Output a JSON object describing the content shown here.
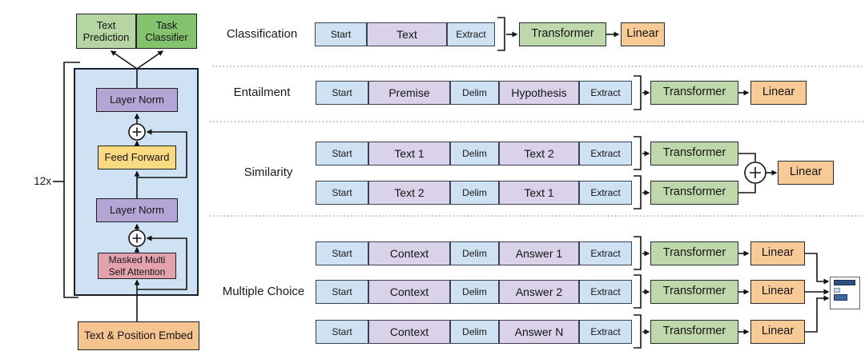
{
  "left_diagram": {
    "outputs": [
      {
        "label": "Text\nPrediction"
      },
      {
        "label": "Task\nClassifier"
      }
    ],
    "repeat_label": "12x",
    "layers": {
      "layer_norm_top": "Layer Norm",
      "feed_forward": "Feed Forward",
      "layer_norm_bottom": "Layer Norm",
      "masked_attention": "Masked Multi\nSelf Attention"
    },
    "embed": "Text & Position Embed"
  },
  "tasks": {
    "classification": {
      "label": "Classification",
      "segments": [
        "Start",
        "Text",
        "Extract"
      ],
      "transformer": "Transformer",
      "linear": "Linear"
    },
    "entailment": {
      "label": "Entailment",
      "segments": [
        "Start",
        "Premise",
        "Delim",
        "Hypothesis",
        "Extract"
      ],
      "transformer": "Transformer",
      "linear": "Linear"
    },
    "similarity": {
      "label": "Similarity",
      "row1": [
        "Start",
        "Text 1",
        "Delim",
        "Text 2",
        "Extract"
      ],
      "row2": [
        "Start",
        "Text 2",
        "Delim",
        "Text 1",
        "Extract"
      ],
      "transformer": "Transformer",
      "linear": "Linear"
    },
    "multiple_choice": {
      "label": "Multiple Choice",
      "row1": [
        "Start",
        "Context",
        "Delim",
        "Answer 1",
        "Extract"
      ],
      "row2": [
        "Start",
        "Context",
        "Delim",
        "Answer 2",
        "Extract"
      ],
      "row3": [
        "Start",
        "Context",
        "Delim",
        "Answer N",
        "Extract"
      ],
      "transformer": "Transformer",
      "linear": "Linear"
    }
  },
  "icons": {
    "add_circle": "plus-in-circle",
    "answer_probability_bars": "horizontal-bar-chart"
  },
  "palette": {
    "token_blue": "#cfe2f3",
    "token_purple": "#d9d2e9",
    "transformer_green": "#bed8ab",
    "linear_orange": "#f8ca96",
    "text_prediction_green": "#b5d6a3",
    "task_classifier_green": "#84c26d",
    "layer_norm_purple": "#b3a6d4",
    "feed_forward_yellow": "#f9da81",
    "attention_pink": "#e3a3ae",
    "embed_orange": "#f6c48e",
    "block_background_blue": "#cfe2f3",
    "connector_black": "#141414",
    "bar_dark_blue": "#2d4f80",
    "bar_light_blue": "#ccd8e4",
    "bar_mid_blue": "#3a6aa0"
  }
}
